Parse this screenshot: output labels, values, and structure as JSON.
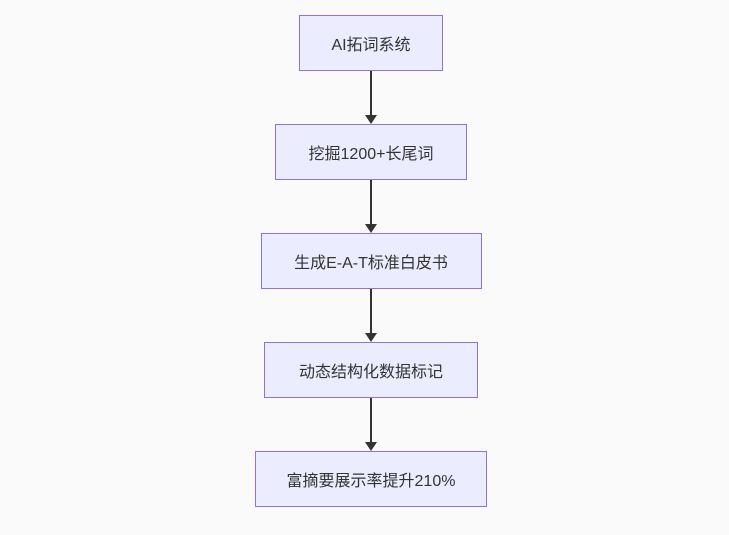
{
  "diagram": {
    "type": "flowchart",
    "direction": "top-down",
    "nodes": [
      {
        "id": "A",
        "label": "AI拓词系统"
      },
      {
        "id": "B",
        "label": "挖掘1200+长尾词"
      },
      {
        "id": "C",
        "label": "生成E-A-T标准白皮书"
      },
      {
        "id": "D",
        "label": "动态结构化数据标记"
      },
      {
        "id": "E",
        "label": "富摘要展示率提升210%"
      }
    ],
    "edges": [
      {
        "from": "A",
        "to": "B"
      },
      {
        "from": "B",
        "to": "C"
      },
      {
        "from": "C",
        "to": "D"
      },
      {
        "from": "D",
        "to": "E"
      }
    ]
  },
  "colors": {
    "background": "#fafafa",
    "node_fill": "#ECECFF",
    "node_border": "#9370DB",
    "text": "#333333",
    "arrow": "#333333"
  }
}
